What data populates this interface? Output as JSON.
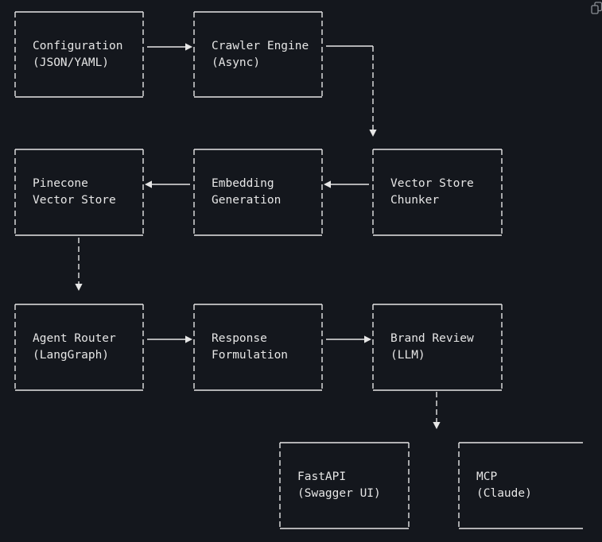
{
  "nodes": [
    {
      "id": "config",
      "lines": [
        "Configuration",
        "(JSON/YAML)"
      ]
    },
    {
      "id": "crawler",
      "lines": [
        "Crawler Engine",
        "(Async)"
      ]
    },
    {
      "id": "pinecone",
      "lines": [
        "Pinecone",
        "Vector Store"
      ]
    },
    {
      "id": "embedding",
      "lines": [
        "Embedding",
        "Generation"
      ]
    },
    {
      "id": "chunker",
      "lines": [
        "Vector Store",
        "Chunker"
      ]
    },
    {
      "id": "router",
      "lines": [
        "Agent Router",
        "(LangGraph)"
      ]
    },
    {
      "id": "response",
      "lines": [
        "Response",
        "Formulation"
      ]
    },
    {
      "id": "review",
      "lines": [
        "Brand Review",
        "(LLM)"
      ]
    },
    {
      "id": "fastapi",
      "lines": [
        "FastAPI",
        "(Swagger UI)"
      ]
    },
    {
      "id": "mcp",
      "lines": [
        "MCP",
        "(Claude)"
      ]
    }
  ],
  "edges": [
    {
      "from": "config",
      "to": "crawler"
    },
    {
      "from": "crawler",
      "to": "chunker"
    },
    {
      "from": "chunker",
      "to": "embedding"
    },
    {
      "from": "embedding",
      "to": "pinecone"
    },
    {
      "from": "pinecone",
      "to": "router"
    },
    {
      "from": "router",
      "to": "response"
    },
    {
      "from": "response",
      "to": "review"
    },
    {
      "from": "review",
      "to": "outputs"
    }
  ],
  "colors": {
    "background": "#14171d",
    "line": "#e6e6e6",
    "text": "#e6e6e6",
    "icon": "#8b8f96"
  },
  "toolbar": {
    "copy_icon": "copy-icon"
  }
}
